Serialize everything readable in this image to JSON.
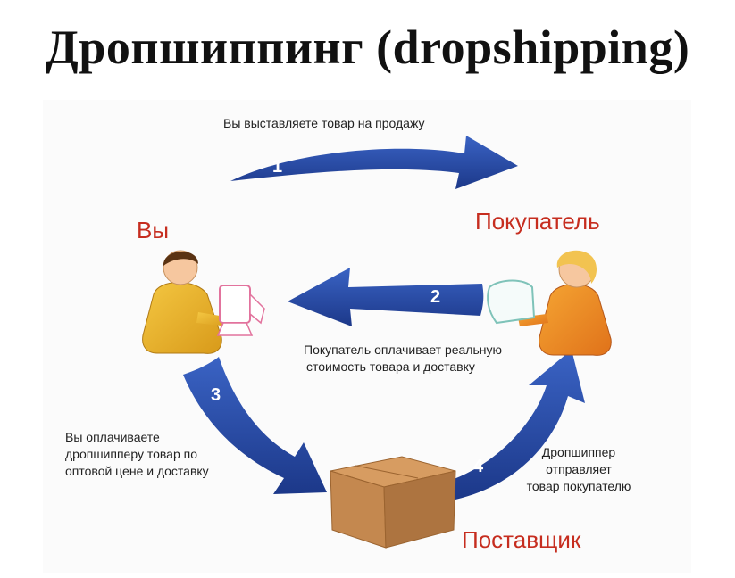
{
  "title": "Дропшиппинг (dropshipping)",
  "roles": {
    "you": "Вы",
    "buyer": "Покупатель",
    "supplier": "Поставщик"
  },
  "steps": [
    {
      "number": "1",
      "text": "Вы выставляете товар на продажу"
    },
    {
      "number": "2",
      "text_line1": "Покупатель оплачивает реальную",
      "text_line2": "стоимость товара и доставку"
    },
    {
      "number": "3",
      "text_line1": "Вы оплачиваете",
      "text_line2": "дропшипперу товар по",
      "text_line3": "оптовой цене и доставку"
    },
    {
      "number": "4",
      "text_line1": "Дропшиппер",
      "text_line2": "отправляет",
      "text_line3": "товар покупателю"
    }
  ],
  "colors": {
    "arrow": "#1f3e8f",
    "arrow_light": "#3a63c4",
    "role_text": "#c62d1f",
    "box": "#c4884f"
  },
  "icons": {
    "you": "person-at-computer-icon",
    "buyer": "person-at-computer-icon",
    "supplier": "cardboard-box-icon"
  }
}
